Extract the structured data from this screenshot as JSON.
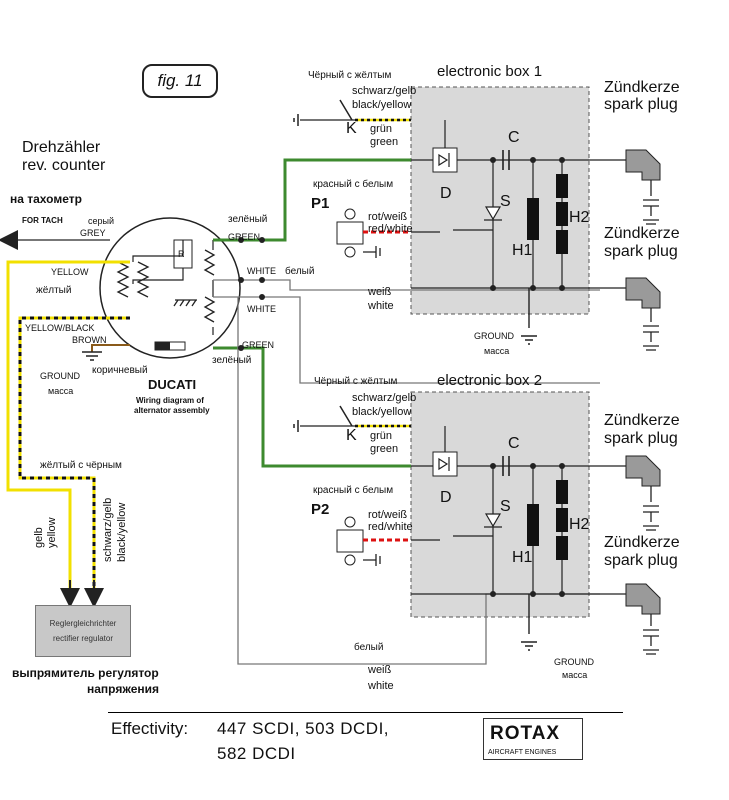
{
  "figure_label": "fig. 11",
  "rev_counter": {
    "de": "Drehzähler",
    "en": "rev. counter",
    "ru": "на тахометр"
  },
  "for_tach": {
    "label": "FOR TACH",
    "ru": "серый",
    "color": "GREY"
  },
  "alternator": {
    "yellow": "YELLOW",
    "yellow_ru": "жёлтый",
    "yellow_black": "YELLOW/BLACK",
    "brown": "BROWN",
    "brown_ru": "коричневый",
    "ground": "GROUND",
    "ground_ru": "масса",
    "green_top": "GREEN",
    "green_top_ru": "зелёный",
    "white_1": "WHITE",
    "white_1_ru": "белый",
    "white_2": "WHITE",
    "green_bottom": "GREEN",
    "green_bottom_ru": "зелёный",
    "r_label": "R",
    "brand": "DUCATI",
    "caption_1": "Wiring diagram of",
    "caption_2": "alternator assembly"
  },
  "box1": {
    "title": "electronic box 1",
    "kill_ru": "Чёрный с жёлтым",
    "kill_de": "schwarz/gelb",
    "kill_en": "black/yellow",
    "k": "K",
    "green_de": "grün",
    "green_en": "green",
    "p_ru": "красный с белым",
    "p": "P1",
    "p_de": "rot/weiß",
    "p_en": "red/white",
    "c": "C",
    "d": "D",
    "s": "S",
    "h1": "H1",
    "h2": "H2",
    "white_de": "weiß",
    "white_en": "white",
    "ground": "GROUND",
    "ground_ru": "масса"
  },
  "box2": {
    "title": "electronic box 2",
    "kill_ru": "Чёрный с жёлтым",
    "kill_de": "schwarz/gelb",
    "kill_en": "black/yellow",
    "k": "K",
    "green_de": "grün",
    "green_en": "green",
    "p_ru": "красный с белым",
    "p": "P2",
    "p_de": "rot/weiß",
    "p_en": "red/white",
    "c": "C",
    "d": "D",
    "s": "S",
    "h1": "H1",
    "h2": "H2",
    "white_ru": "белый",
    "white_de": "weiß",
    "white_en": "white",
    "ground": "GROUND",
    "ground_ru": "масса"
  },
  "spark_plug_de": "Zündkerze",
  "spark_plug_en": "spark plug",
  "yellow_black_ru": "жёлтый с чёрным",
  "gelb": "gelb",
  "yellow_en": "yellow",
  "schwarz_gelb": "schwarz/gelb",
  "black_yellow": "black/yellow",
  "regulator": {
    "de": "Reglergleichrichter",
    "en": "rectifier regulator",
    "ru_1": "выпрямитель регулятор",
    "ru_2": "напряжения"
  },
  "effectivity": {
    "label": "Effectivity:",
    "line_1": "447 SCDI, 503 DCDI,",
    "line_2": "582 DCDI"
  },
  "brand": {
    "name": "ROTAX",
    "sub": "AIRCRAFT ENGINES"
  },
  "colors": {
    "green_wire": "#3d8a2f",
    "yellow_wire": "#f2e000",
    "red_wire": "#d11",
    "box_fill": "#d9d9d9",
    "grey_wire": "#777777"
  }
}
